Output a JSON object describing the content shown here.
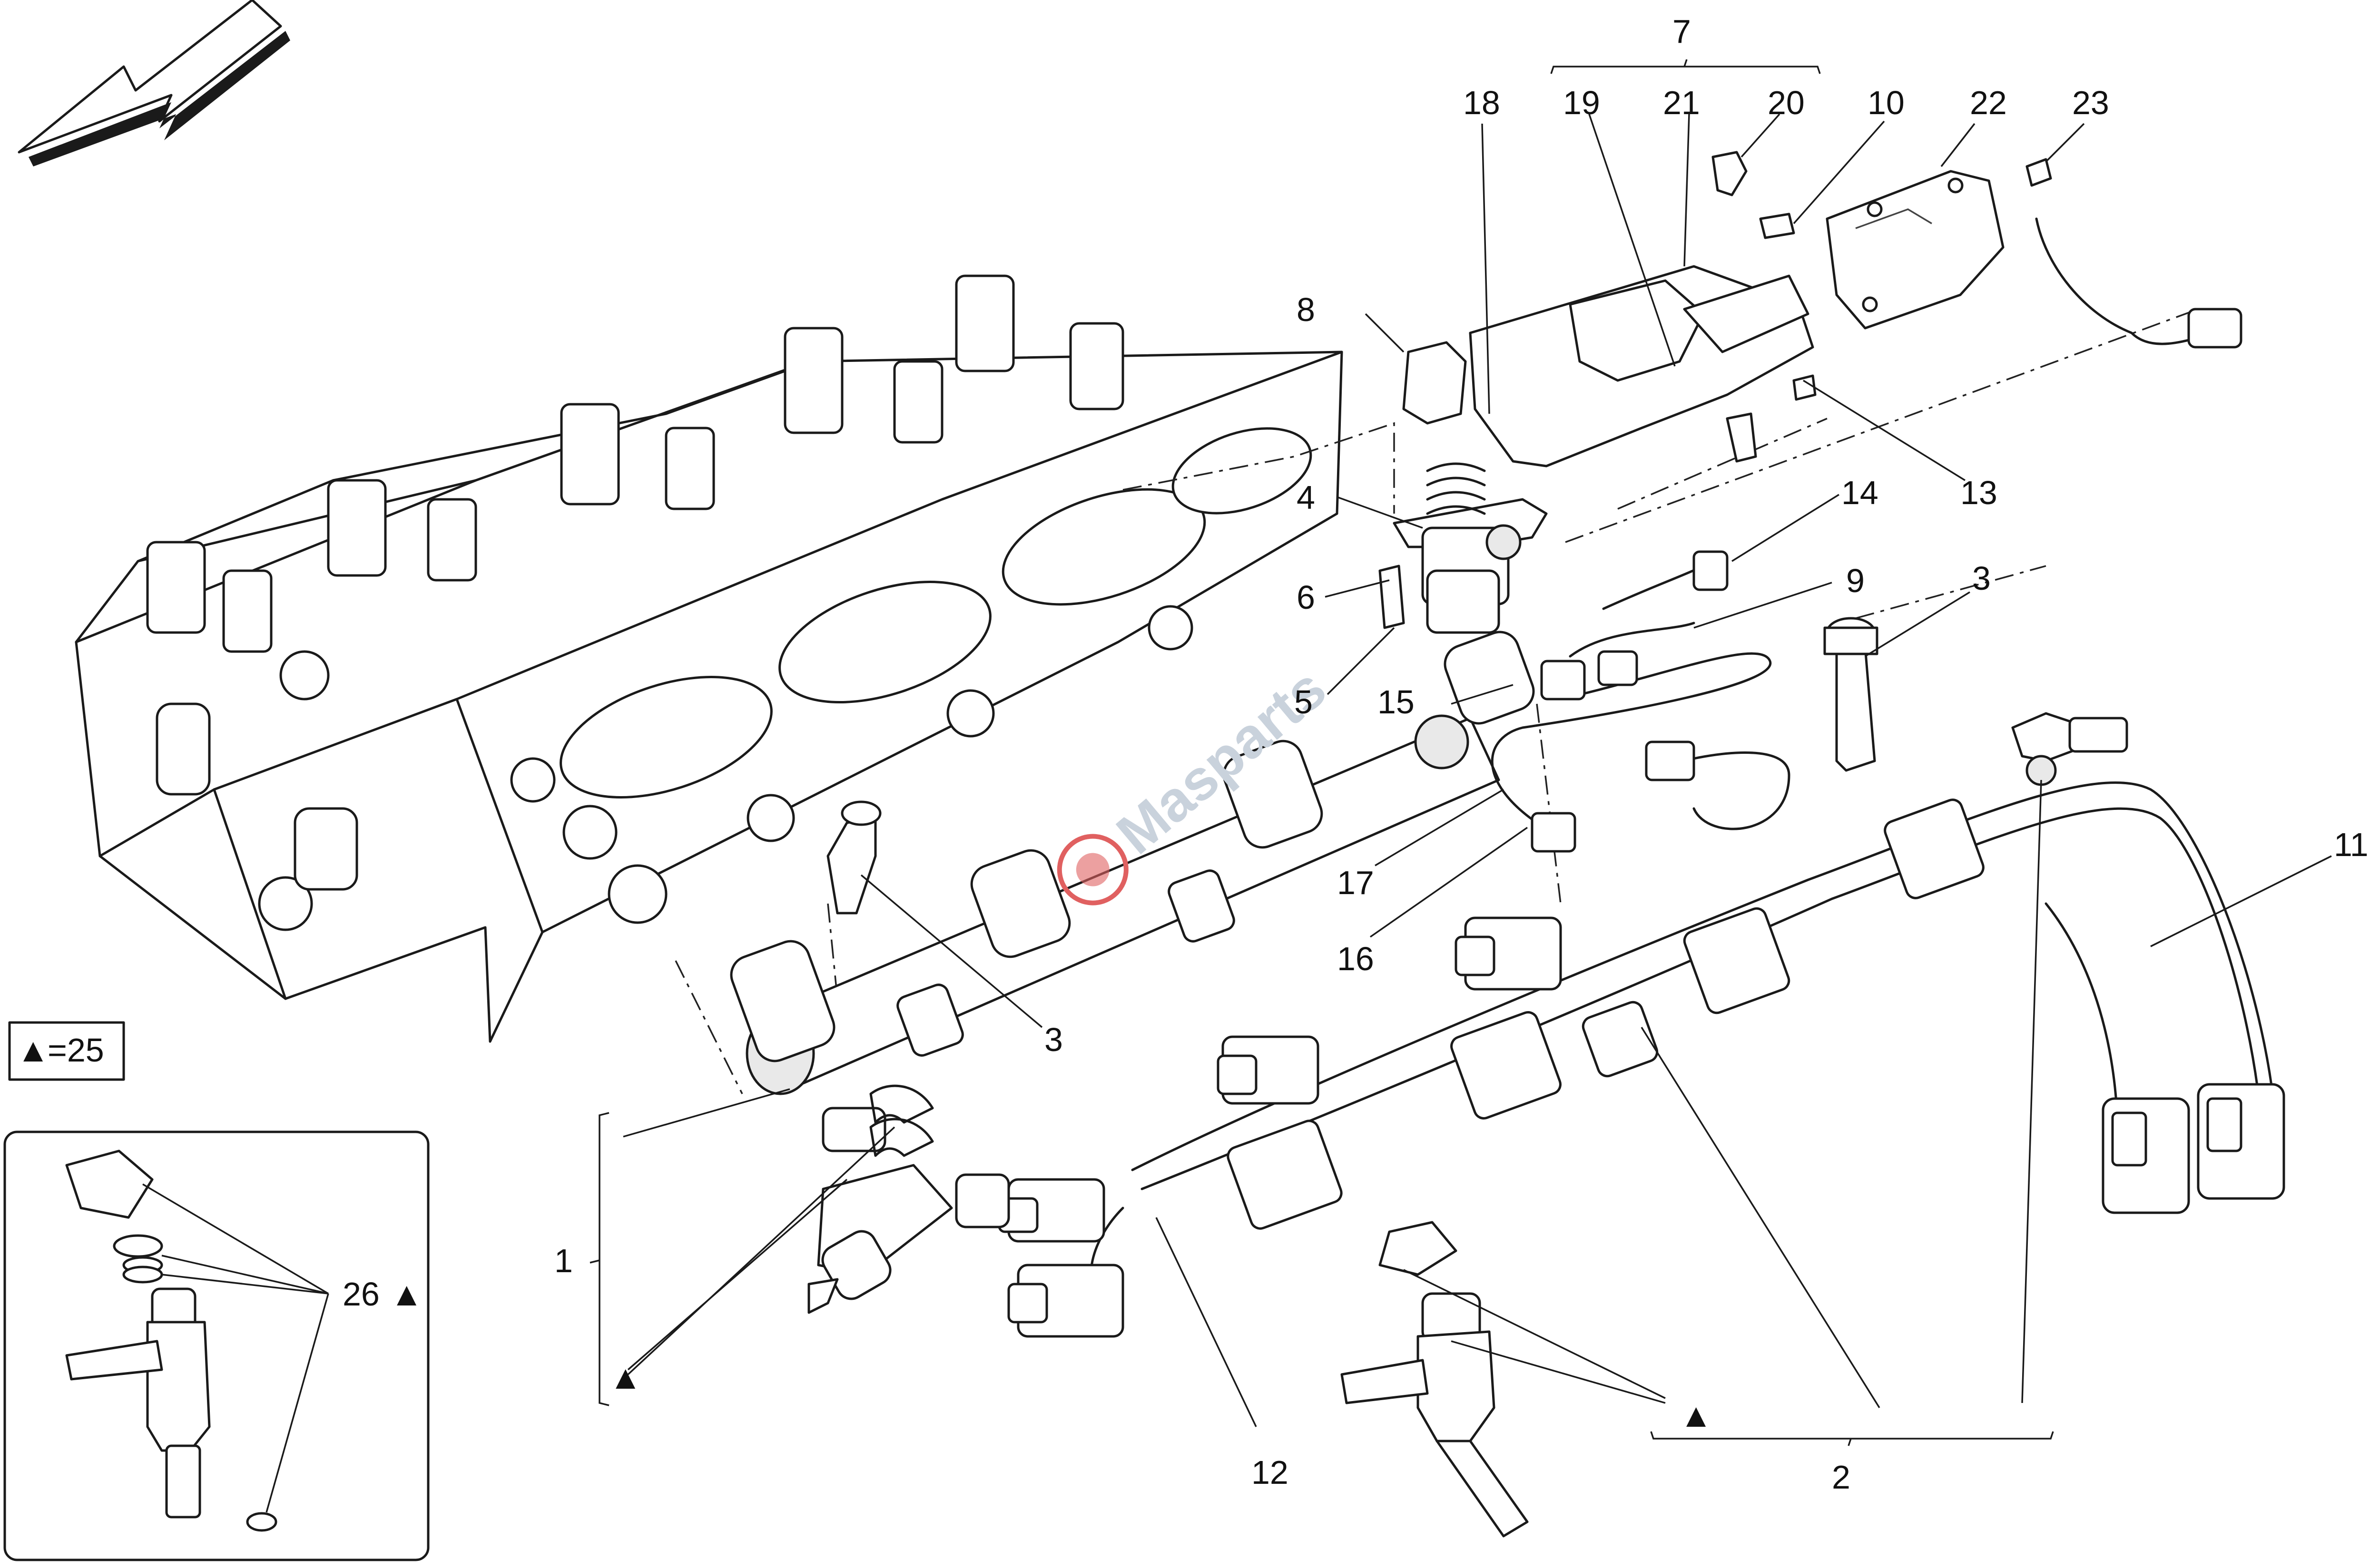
{
  "callouts": {
    "n1": "1",
    "n2": "2",
    "n3a": "3",
    "n3b": "3",
    "n4": "4",
    "n5": "5",
    "n6": "6",
    "n7": "7",
    "n8": "8",
    "n9": "9",
    "n10": "10",
    "n11": "11",
    "n12": "12",
    "n13": "13",
    "n14": "14",
    "n15": "15",
    "n16": "16",
    "n17": "17",
    "n18": "18",
    "n19": "19",
    "n20": "20",
    "n21": "21",
    "n22": "22",
    "n23": "23"
  },
  "legend": {
    "symbol": "▲",
    "text": "=25"
  },
  "inset": {
    "label": "26",
    "symbol": "▲"
  },
  "markers": {
    "symbol": "▲"
  },
  "watermark": {
    "text": "Masparts"
  },
  "colors": {
    "line": "#1a1a1a",
    "watermark": "#c9d2dc",
    "watermark_accent": "#e06060"
  },
  "icons": [
    "direction-arrow-icon",
    "triangle-marker-icon"
  ]
}
